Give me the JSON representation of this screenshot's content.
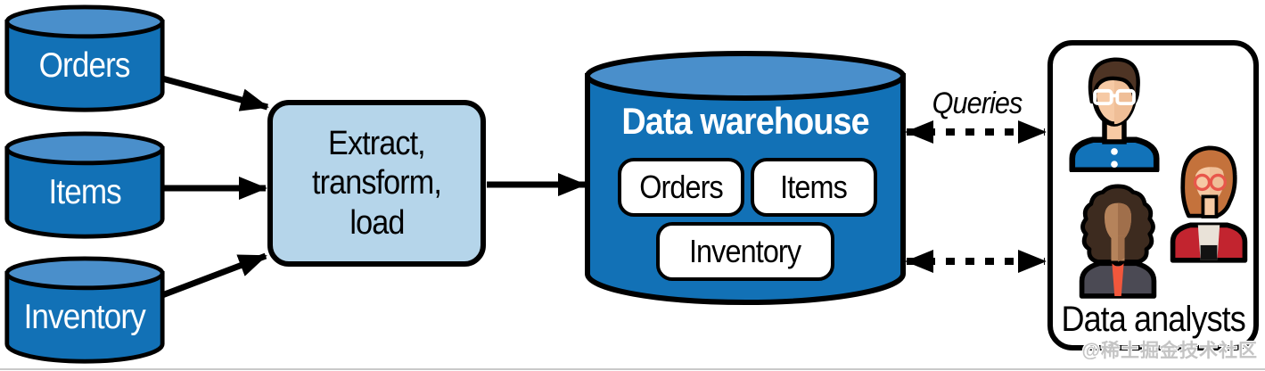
{
  "sources": {
    "items": [
      {
        "label": "Orders"
      },
      {
        "label": "Items"
      },
      {
        "label": "Inventory"
      }
    ]
  },
  "etl": {
    "lines": [
      "Extract,",
      "transform,",
      "load"
    ]
  },
  "warehouse": {
    "title": "Data warehouse",
    "tables": [
      "Orders",
      "Items",
      "Inventory"
    ]
  },
  "queries": {
    "label": "Queries"
  },
  "analysts": {
    "label": "Data analysts",
    "members": [
      "male-analyst-glasses",
      "female-analyst-curly-hair",
      "female-analyst-red-glasses"
    ]
  },
  "watermark": {
    "text": "@稀土掘金技术社区"
  },
  "colors": {
    "cylinder_body": "#1271B6",
    "cylinder_top": "#4A8FCB",
    "etl_fill": "#B5D5EA",
    "outline": "#000000",
    "shirt_blue": "#1273B9",
    "jacket_gray": "#4B4A54",
    "shirt_orange": "#F1573C",
    "cardigan_red": "#C2242F",
    "skin_light": "#F6C9A4",
    "skin_brown": "#B5835B",
    "hair_dark_brown": "#4E3424",
    "hair_black_brown": "#3D2B1F",
    "hair_auburn": "#C4723C",
    "watermark_gray": "#C4C4C4"
  }
}
